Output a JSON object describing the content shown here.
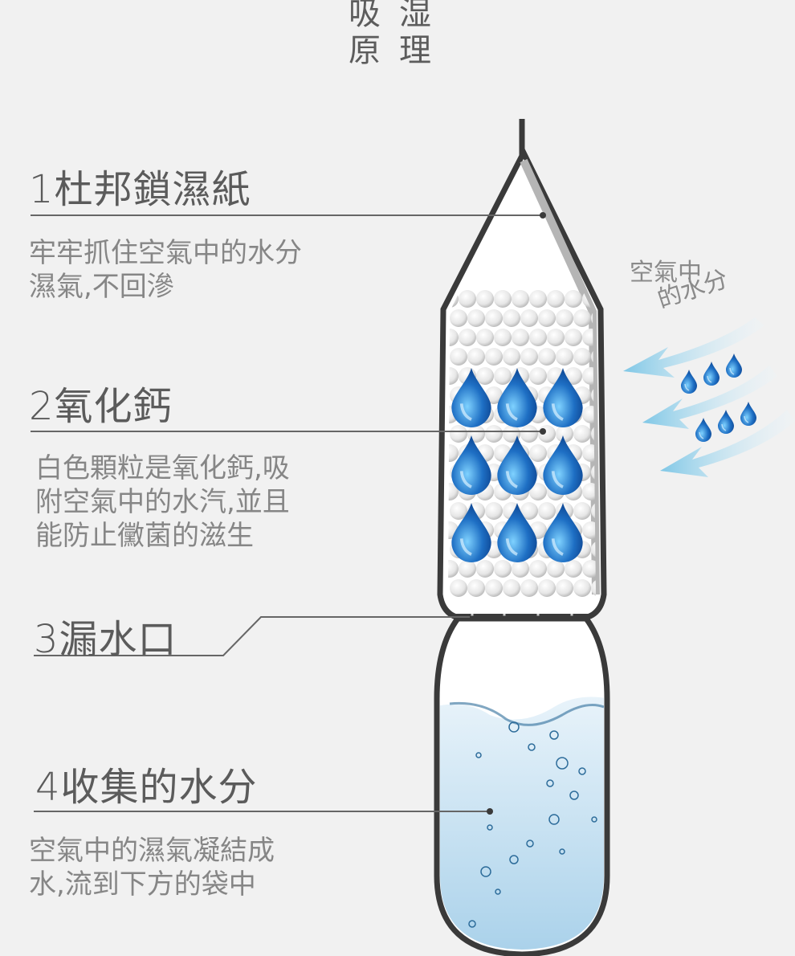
{
  "title": {
    "line1": [
      "吸",
      "湿"
    ],
    "line2": [
      "原",
      "理"
    ]
  },
  "items": [
    {
      "label": "1杜邦鎖濕紙",
      "desc": [
        "牢牢抓住空氣中的水分",
        "濕氣,不回滲"
      ]
    },
    {
      "label": "2氧化鈣",
      "desc": [
        "白色顆粒是氧化鈣,吸",
        "附空氣中的水汽,並且",
        "能防止黴菌的滋生"
      ]
    },
    {
      "label": "3漏水口",
      "desc": []
    },
    {
      "label": "4收集的水分",
      "desc": [
        "空氣中的濕氣凝結成",
        "水,流到下方的袋中"
      ]
    }
  ],
  "air_label": {
    "line1": "空氣中",
    "line2": "的水分"
  },
  "colors": {
    "background": "#f1f1f1",
    "outline": "#3a3a3a",
    "drop": "#1e6fc4",
    "arrow": "#9fd3ea",
    "water": "#cfe6f3"
  },
  "icons": [
    "water-drop-icon",
    "air-flow-arrow-icon",
    "calcium-oxide-granule"
  ]
}
